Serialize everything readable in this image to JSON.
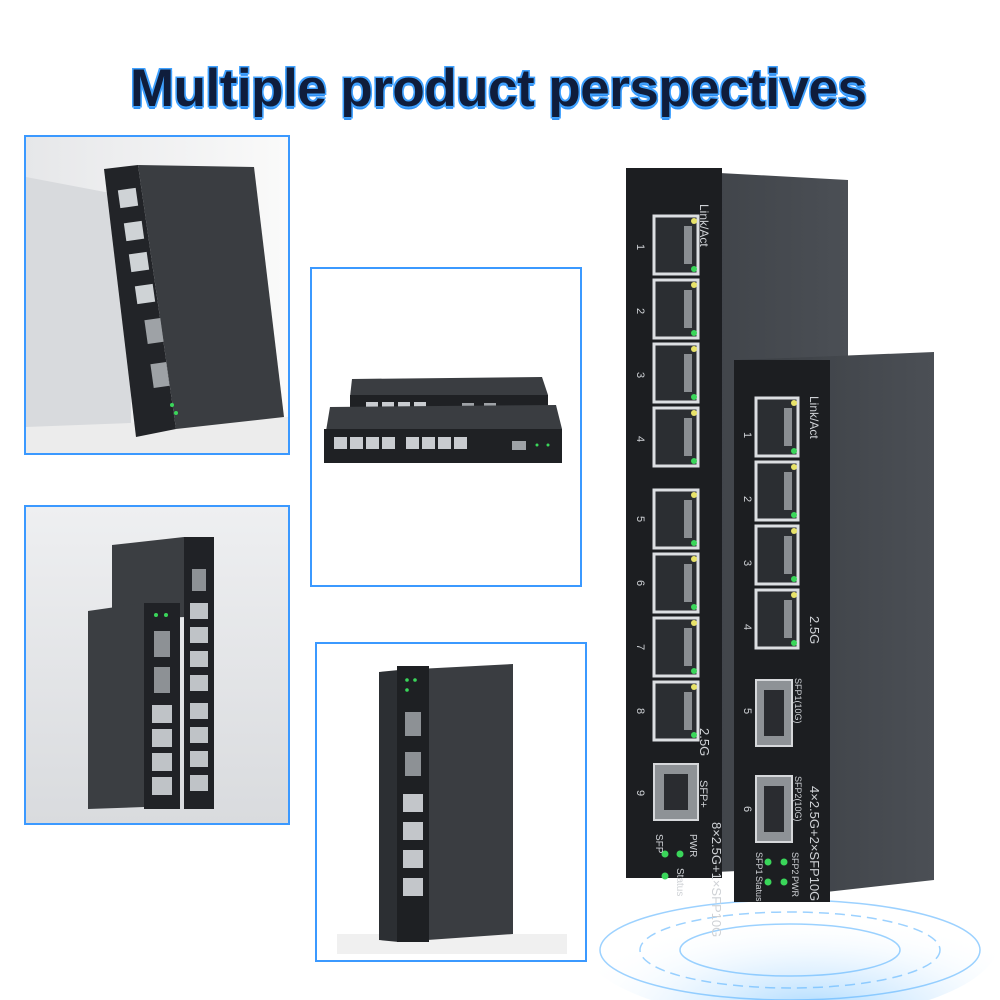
{
  "title": "Multiple product perspectives",
  "switch_8port": {
    "brand_label": "Link/Act",
    "speed_label": "2.5G",
    "sfp_label": "SFP+",
    "model": "8×2.5G+1×SFP10G",
    "led_labels": [
      "SFP",
      "PWR",
      "Status"
    ],
    "port_numbers": [
      "1",
      "2",
      "3",
      "4",
      "5",
      "6",
      "7",
      "8",
      "9"
    ]
  },
  "switch_4port": {
    "brand_label": "Link/Act",
    "speed_label": "2.5G",
    "sfp1_label": "SFP1(10G)",
    "sfp2_label": "SFP2(10G)",
    "model": "4×2.5G+2×SFP10G",
    "led_labels": [
      "SFP1",
      "Status",
      "SFP2",
      "PWR"
    ],
    "port_numbers": [
      "1",
      "2",
      "3",
      "4",
      "5",
      "6"
    ]
  },
  "colors": {
    "accent": "#3b99ff",
    "device": "#2a2d31",
    "title_fill": "#0f1d3c",
    "led": "#3ad65a"
  }
}
